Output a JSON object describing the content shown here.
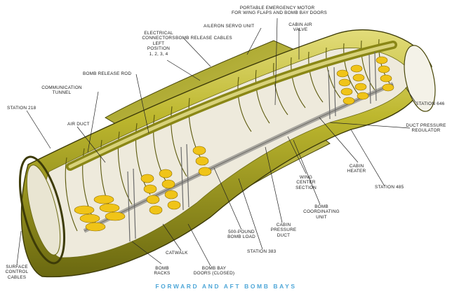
{
  "caption": "FORWARD AND AFT BOMB BAYS",
  "labels": {
    "portable_motor_l1": "PORTABLE EMERGENCY MOTOR",
    "portable_motor_l2": "FOR WING FLAPS AND BOMB BAY DOORS",
    "aileron_servo": "AILERON SERVO UNIT",
    "cabin_air_l1": "CABIN AIR",
    "cabin_air_l2": "VALVE",
    "elec_l1": "ELECTRICAL",
    "elec_l2": "CONNECTORS",
    "elec_l3": "LEFT",
    "elec_l4": "POSITION",
    "elec_l5": "1, 2, 3, 4",
    "bomb_release_cables": "BOMB RELEASE CABLES",
    "bomb_release_rod": "BOMB RELEASE ROD",
    "comm_l1": "COMMUNICATION",
    "comm_l2": "TUNNEL",
    "station_218": "STATION 218",
    "air_duct": "AIR DUCT",
    "station_646": "STATION 646",
    "duct_reg_l1": "DUCT PRESSURE",
    "duct_reg_l2": "REGULATOR",
    "cabin_heater_l1": "CABIN",
    "cabin_heater_l2": "HEATER",
    "station_485": "STATION 485",
    "wing_l1": "WING",
    "wing_l2": "CENTER",
    "wing_l3": "SECTION",
    "coord_l1": "BOMB",
    "coord_l2": "COORDINATING",
    "coord_l3": "UNIT",
    "cab_duct_l1": "CABIN",
    "cab_duct_l2": "PRESSURE",
    "cab_duct_l3": "DUCT",
    "bomb_load_l1": "500-POUND",
    "bomb_load_l2": "BOMB LOAD",
    "station_383": "STATION 383",
    "catwalk": "CATWALK",
    "bomb_racks_l1": "BOMB",
    "bomb_racks_l2": "RACKS",
    "bay_doors_l1": "BOMB BAY",
    "bay_doors_l2": "DOORS (CLOSED)",
    "surface_l1": "SURFACE",
    "surface_l2": "CONTROL",
    "surface_l3": "CABLES"
  },
  "colors": {
    "fuselage": "#b9b62a",
    "fuselage_dark": "#6f6d12",
    "fuselage_light": "#dcd66a",
    "interior": "#eeeadc",
    "bombs": "#f0c418",
    "caption": "#4fa7d8"
  }
}
